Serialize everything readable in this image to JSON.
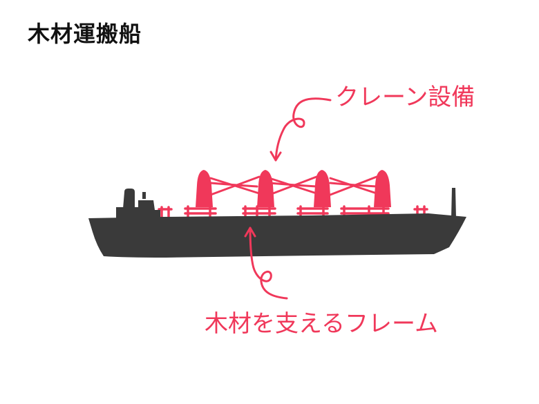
{
  "title": "木材運搬船",
  "labels": {
    "crane": "クレーン設備",
    "frame": "木材を支えるフレーム"
  },
  "colors": {
    "accent": "#f0385a",
    "hull": "#3a3a3a",
    "title": "#111111"
  }
}
